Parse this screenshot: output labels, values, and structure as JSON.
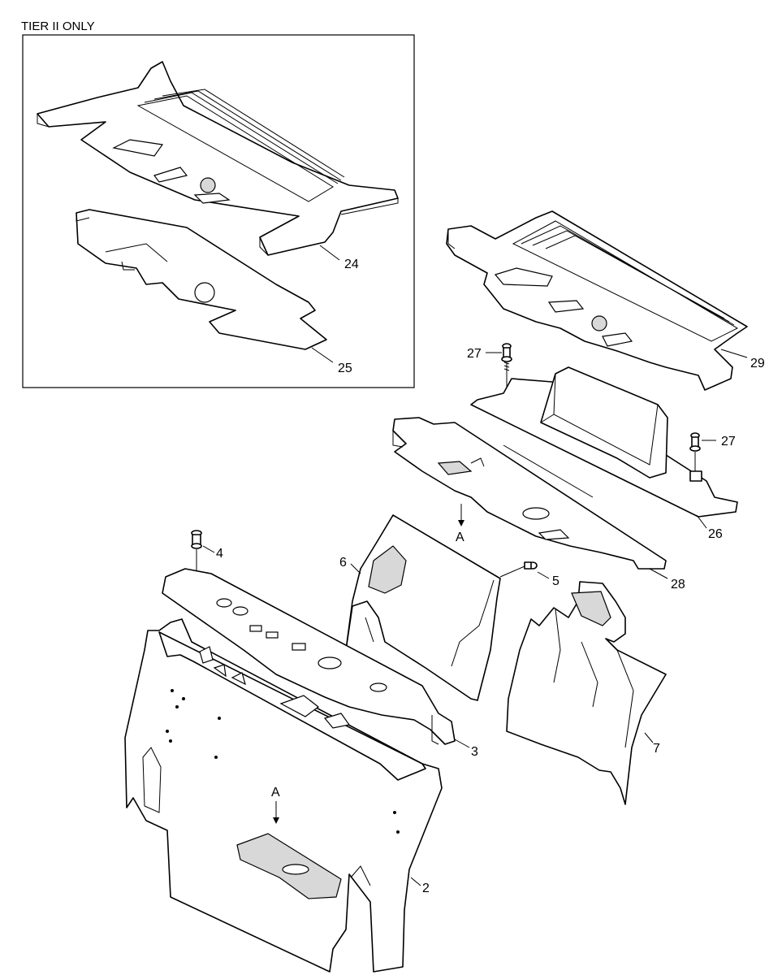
{
  "header": {
    "inset_title": "TIER II ONLY"
  },
  "callouts": {
    "p2": "2",
    "p3": "3",
    "p4": "4",
    "p5": "5",
    "p6": "6",
    "p7": "7",
    "p24": "24",
    "p25": "25",
    "p26": "26",
    "p27a": "27",
    "p27b": "27",
    "p28": "28",
    "p29": "29"
  },
  "view_markers": {
    "a_upper": "A",
    "a_lower": "A"
  },
  "colors": {
    "line": "#000000",
    "background": "#ffffff",
    "shade": "#d8d8d8"
  }
}
